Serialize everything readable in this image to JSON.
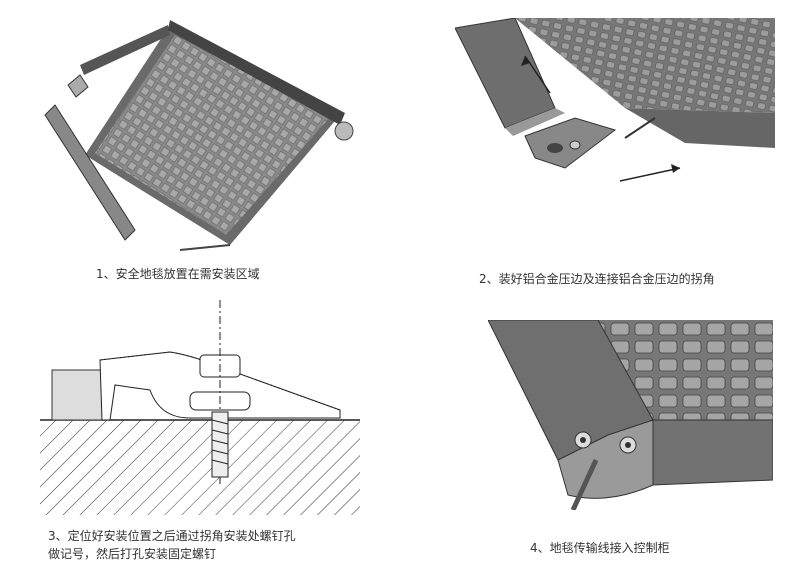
{
  "steps": [
    {
      "caption": "1、安全地毯放置在需安装区域"
    },
    {
      "caption": "2、装好铝合金压边及连接铝合金压边的拐角"
    },
    {
      "caption_line1": "3、定位好安装位置之后通过拐角安装处螺钉孔",
      "caption_line2": "做记号，然后打孔安装固定螺钉"
    },
    {
      "caption": "4、地毯传输线接入控制柜"
    }
  ]
}
